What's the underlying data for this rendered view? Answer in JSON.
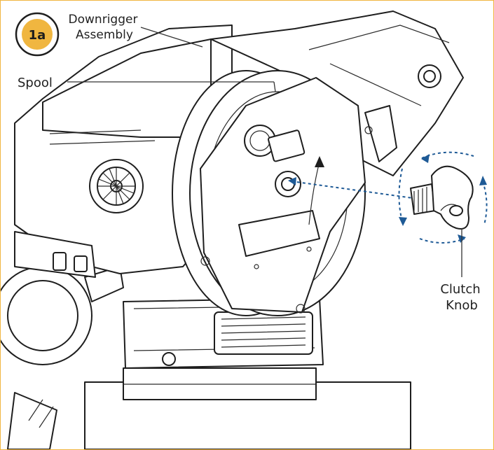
{
  "figure": {
    "step_badge": "1a",
    "callouts": {
      "downrigger_line1": "Downrigger",
      "downrigger_line2": "Assembly",
      "spool": "Spool",
      "clutch_line1": "Clutch",
      "clutch_line2": "Knob"
    },
    "colors": {
      "border": "#f0b640",
      "badge_fill": "#f0b640",
      "arrow_blue": "#1e5a96",
      "line_art": "#1e1e1e"
    }
  }
}
